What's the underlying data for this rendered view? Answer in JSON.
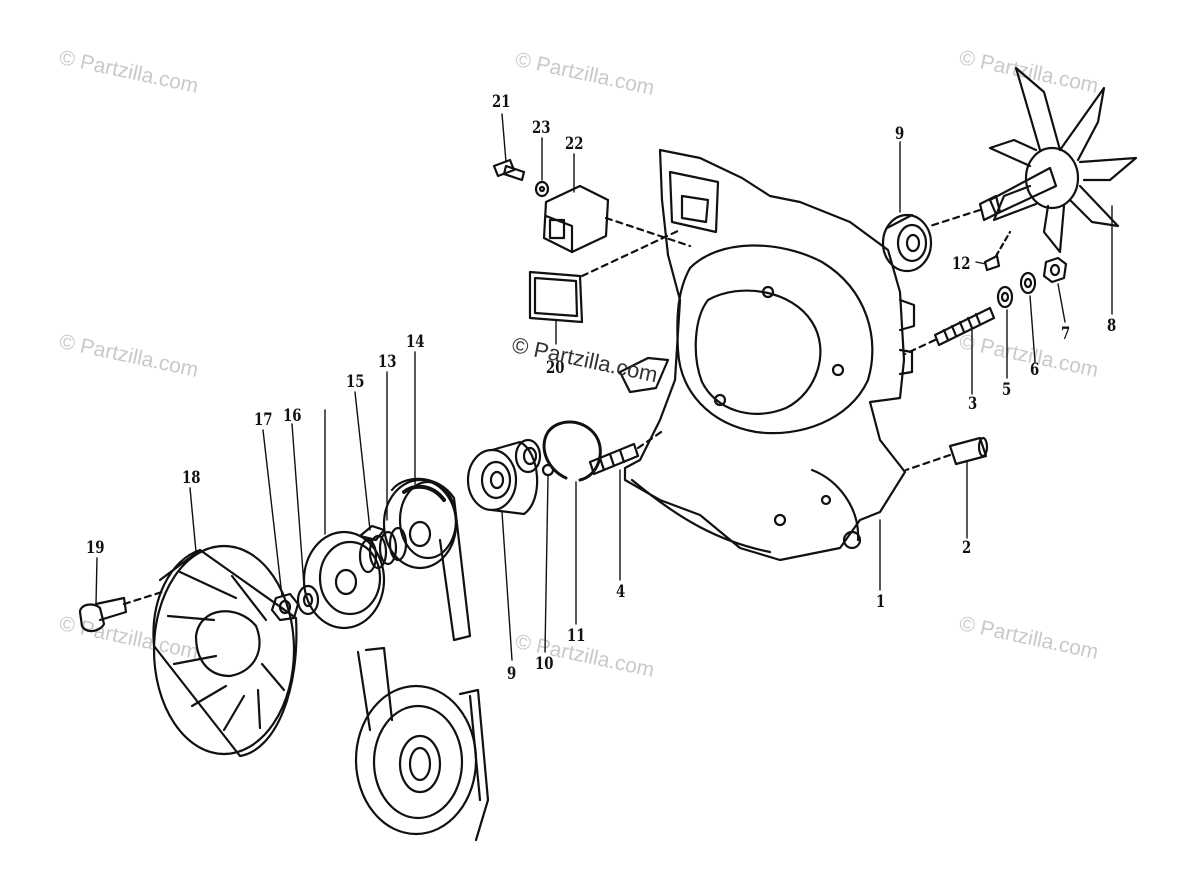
{
  "watermark": "© Partzilla.com",
  "callouts": {
    "p1": "1",
    "p2": "2",
    "p3": "3",
    "p4": "4",
    "p5": "5",
    "p6": "6",
    "p7": "7",
    "p8": "8",
    "p9a": "9",
    "p9b": "9",
    "p10": "10",
    "p11": "11",
    "p12": "12",
    "p13": "13",
    "p14": "14",
    "p15": "15",
    "p16": "16",
    "p17": "17",
    "p18": "18",
    "p19": "19",
    "p20": "20",
    "p21": "21",
    "p22": "22",
    "p23": "23"
  }
}
